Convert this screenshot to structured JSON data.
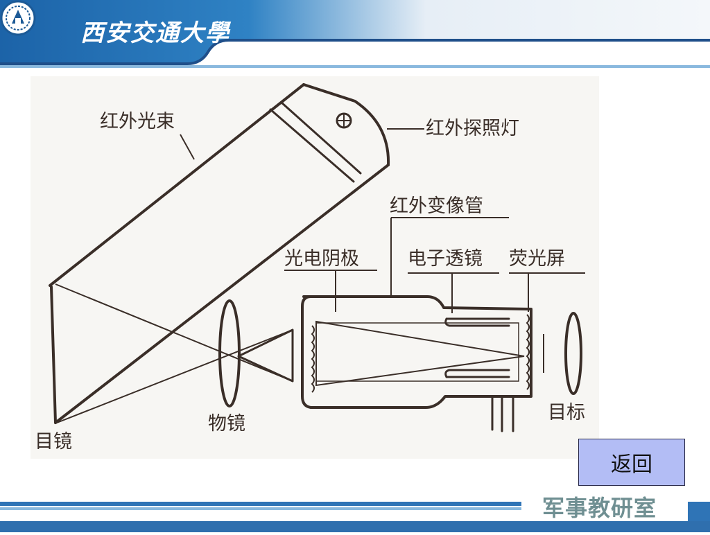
{
  "header": {
    "school_name": "西安交通大學",
    "colors": {
      "band": "#1f6fb0",
      "band_light": "#5aa3d6",
      "accent_line": "#1f4f8a"
    }
  },
  "diagram": {
    "labels": {
      "ir_beam": "红外光束",
      "ir_searchlight": "红外探照灯",
      "ir_converter_tube": "红外变像管",
      "photocathode": "光电阴极",
      "electron_lens": "电子透镜",
      "phosphor_screen": "荧光屏",
      "objective_lens": "物镜",
      "eyepiece": "目镜",
      "target": "目标"
    },
    "line_color": "#3a2e28"
  },
  "back_button": {
    "label": "返回"
  },
  "footer": {
    "department": "军事教研室"
  }
}
